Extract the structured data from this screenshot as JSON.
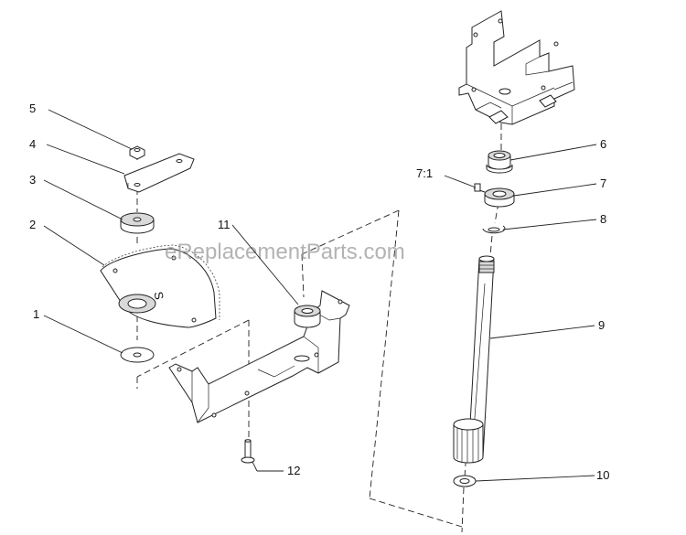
{
  "watermark": "eReplacementParts.com",
  "callouts": {
    "c1": "1",
    "c2": "2",
    "c3": "3",
    "c4": "4",
    "c5": "5",
    "c6": "6",
    "c7": "7",
    "c7_1": "7:1",
    "c8": "8",
    "c9": "9",
    "c10": "10",
    "c11": "11",
    "c12": "12"
  },
  "sector_gear_mark": "S"
}
